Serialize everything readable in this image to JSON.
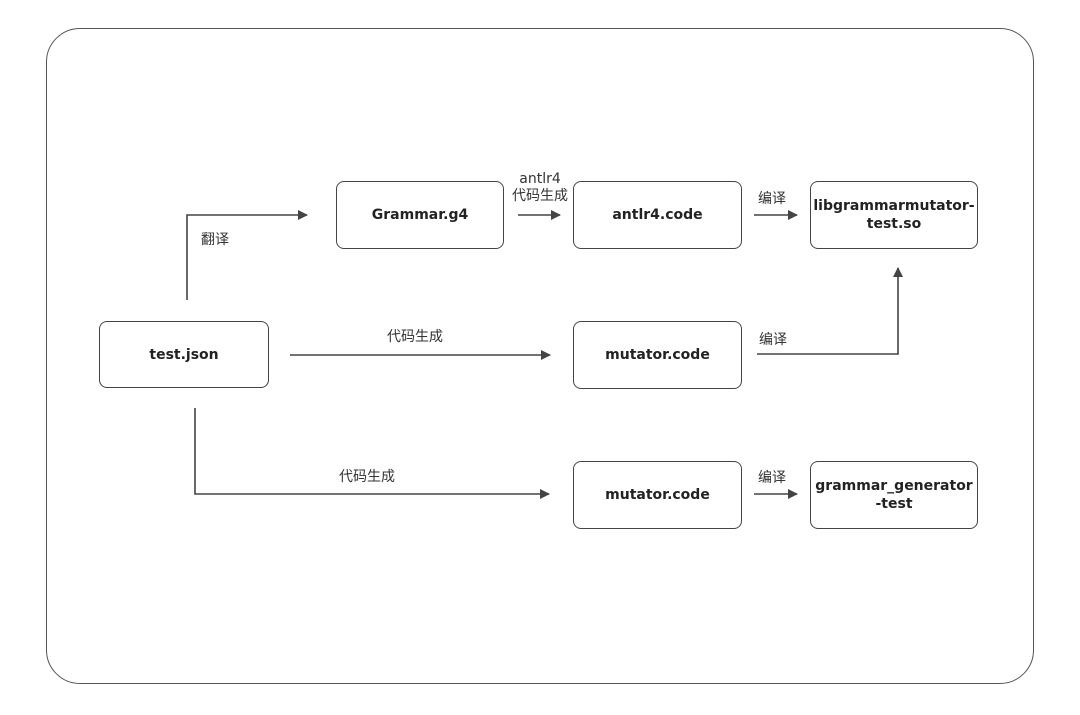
{
  "nodes": {
    "test_json": "test.json",
    "grammar_g4": "Grammar.g4",
    "antlr4_code": "antlr4.code",
    "lib_so_line1": "libgrammarmutator-",
    "lib_so_line2": "test.so",
    "mutator_code_1": "mutator.code",
    "mutator_code_2": "mutator.code",
    "grammar_gen_line1": "grammar_generator",
    "grammar_gen_line2": "-test"
  },
  "edge_labels": {
    "translate": "翻译",
    "antlr4_line1": "antlr4",
    "antlr4_line2": "代码生成",
    "compile_1": "编译",
    "codegen_1": "代码生成",
    "compile_2": "编译",
    "codegen_2": "代码生成",
    "compile_3": "编译"
  },
  "colors": {
    "stroke": "#444444",
    "text": "#222222"
  }
}
